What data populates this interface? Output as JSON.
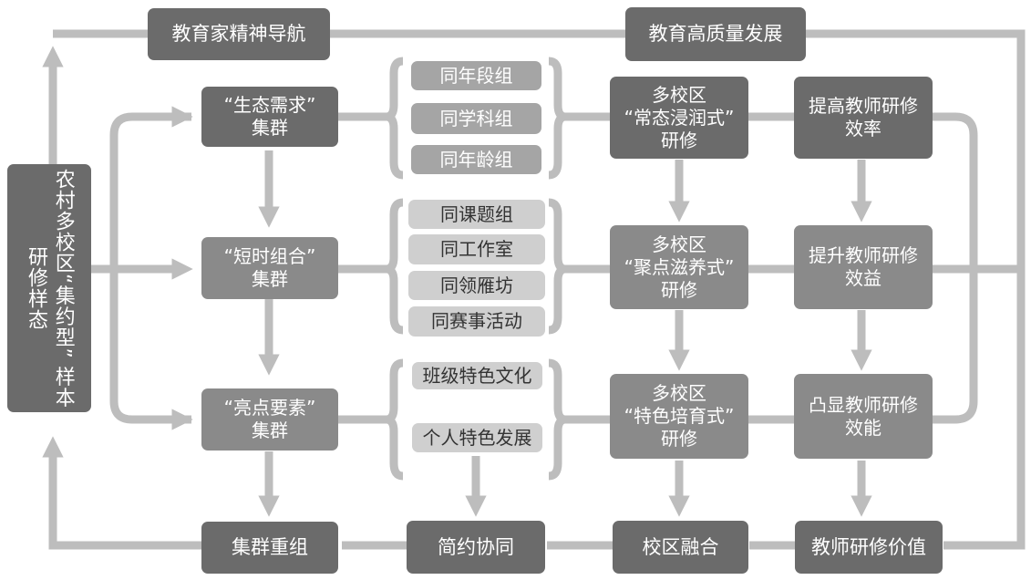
{
  "top": {
    "left": "教育家精神导航",
    "right": "教育高质量发展"
  },
  "side": {
    "line1": "农村多校区“集约型”",
    "line2": "样本研修样态"
  },
  "clusters": [
    {
      "line1": "“生态需求”",
      "line2": "集群"
    },
    {
      "line1": "“短时组合”",
      "line2": "集群"
    },
    {
      "line1": "“亮点要素”",
      "line2": "集群"
    }
  ],
  "groups_a": [
    "同年段组",
    "同学科组",
    "同年龄组"
  ],
  "groups_b": [
    "同课题组",
    "同工作室",
    "同领雁坊",
    "同赛事活动"
  ],
  "groups_c": [
    "班级特色文化",
    "个人特色发展"
  ],
  "modes": [
    {
      "line1": "多校区",
      "line2": "“常态浸润式”",
      "line3": "研修"
    },
    {
      "line1": "多校区",
      "line2": "“聚点滋养式”",
      "line3": "研修"
    },
    {
      "line1": "多校区",
      "line2": "“特色培育式”",
      "line3": "研修"
    }
  ],
  "outcomes": [
    {
      "line1": "提高教师研修",
      "line2": "效率"
    },
    {
      "line1": "提升教师研修",
      "line2": "效益"
    },
    {
      "line1": "凸显教师研修",
      "line2": "效能"
    }
  ],
  "bottom": [
    "集群重组",
    "简约协同",
    "校区融合",
    "教师研修价值"
  ],
  "colors": {
    "dark": "#6b6b6b",
    "mid": "#8a8a8a",
    "light": "#a5a5a5",
    "pale": "#cfcfcf",
    "connector": "#bdbdbd"
  }
}
